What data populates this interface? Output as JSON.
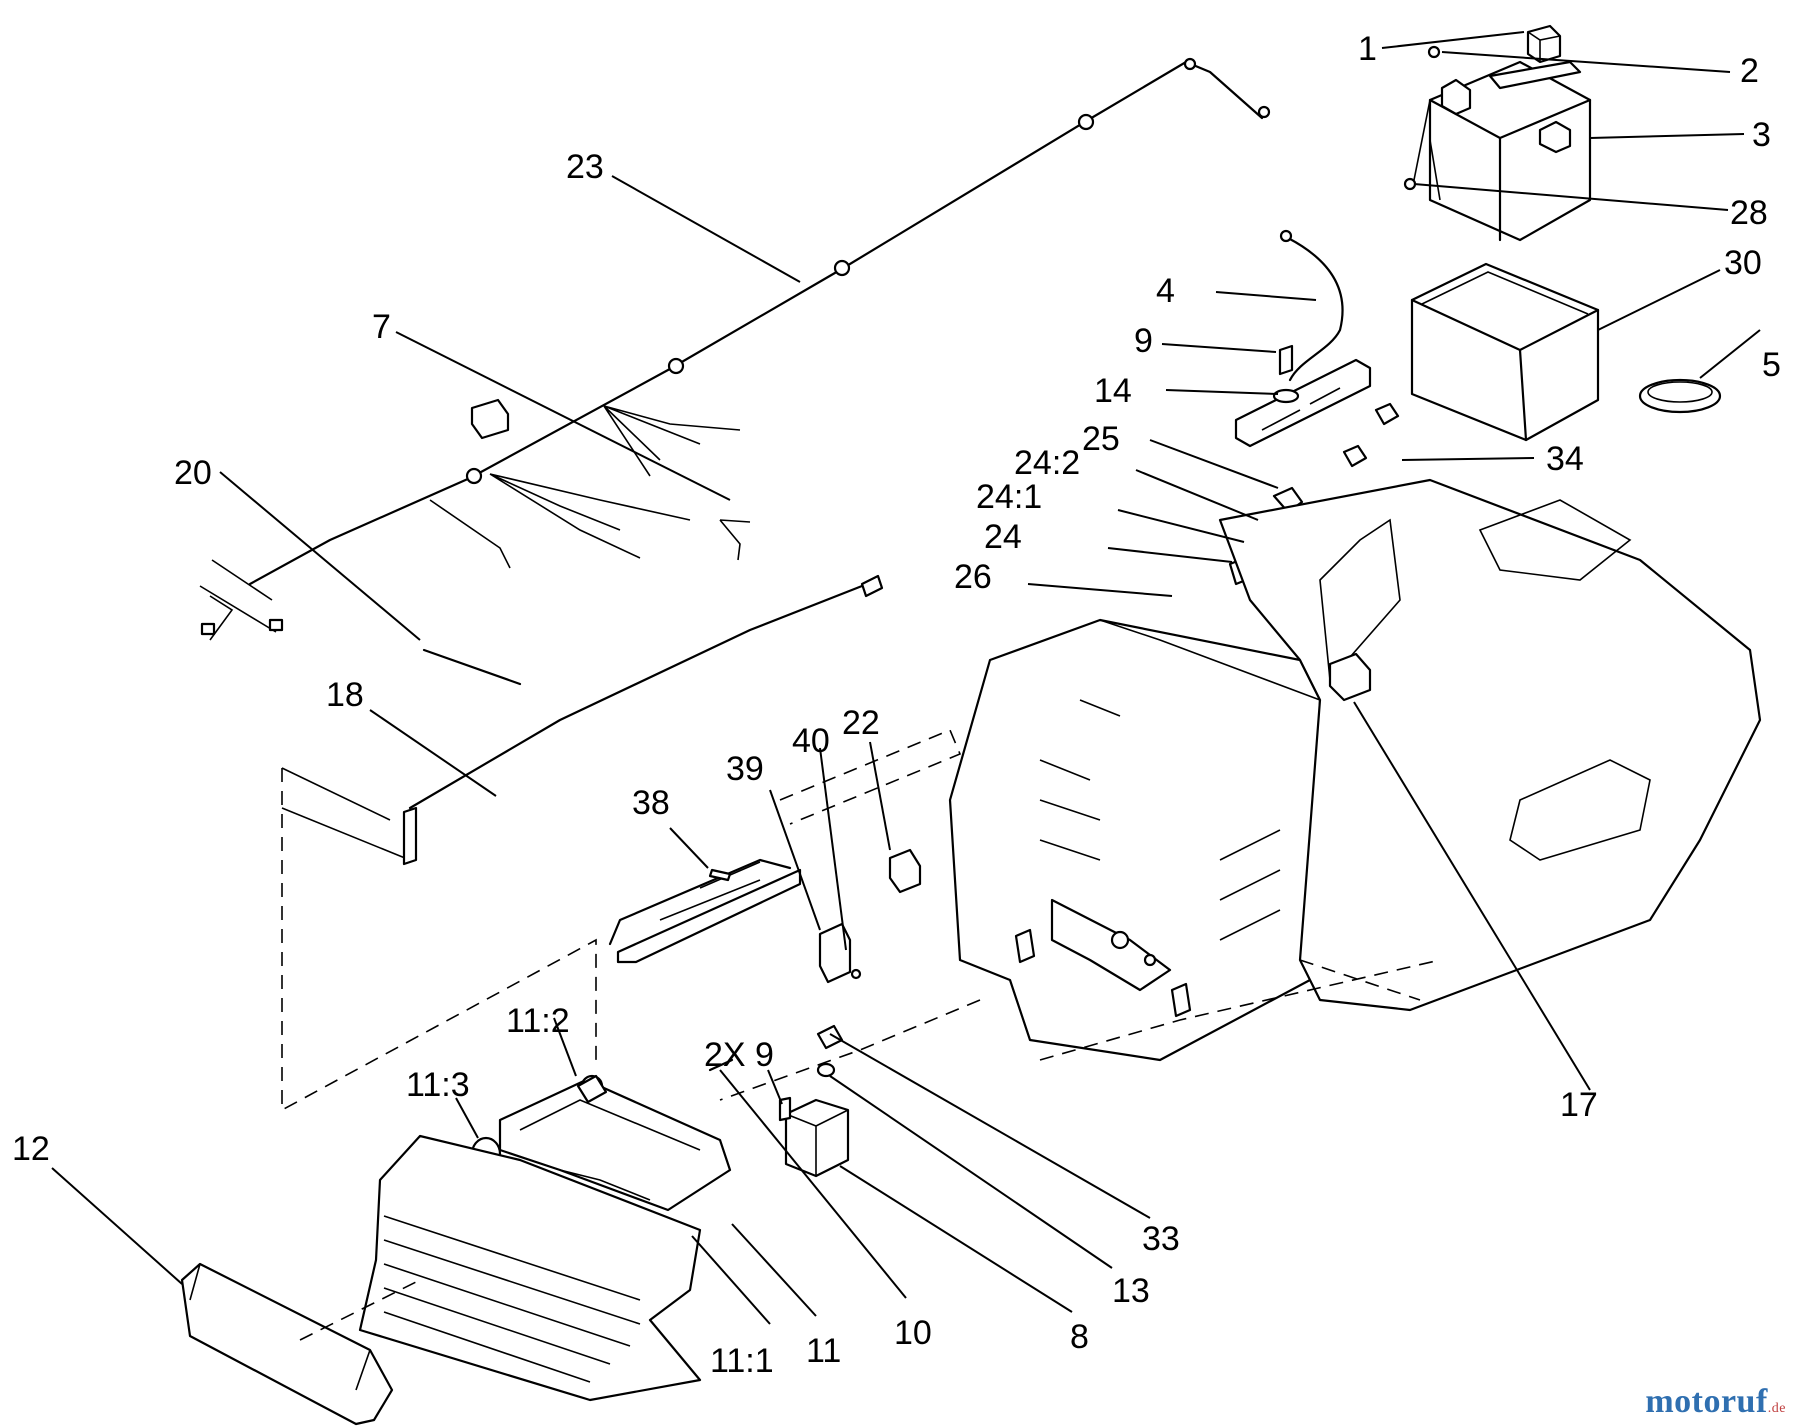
{
  "callouts": [
    {
      "id": "c1",
      "text": "1"
    },
    {
      "id": "c2",
      "text": "2"
    },
    {
      "id": "c3",
      "text": "3"
    },
    {
      "id": "c28",
      "text": "28"
    },
    {
      "id": "c30",
      "text": "30"
    },
    {
      "id": "c5",
      "text": "5"
    },
    {
      "id": "c34",
      "text": "34"
    },
    {
      "id": "c4",
      "text": "4"
    },
    {
      "id": "c9",
      "text": "9"
    },
    {
      "id": "c14",
      "text": "14"
    },
    {
      "id": "c25",
      "text": "25"
    },
    {
      "id": "c24-2",
      "text": "24:2"
    },
    {
      "id": "c24-1",
      "text": "24:1"
    },
    {
      "id": "c24",
      "text": "24"
    },
    {
      "id": "c26",
      "text": "26"
    },
    {
      "id": "c23",
      "text": "23"
    },
    {
      "id": "c7",
      "text": "7"
    },
    {
      "id": "c20",
      "text": "20"
    },
    {
      "id": "c18",
      "text": "18"
    },
    {
      "id": "c38",
      "text": "38"
    },
    {
      "id": "c39",
      "text": "39"
    },
    {
      "id": "c40",
      "text": "40"
    },
    {
      "id": "c22",
      "text": "22"
    },
    {
      "id": "c17",
      "text": "17"
    },
    {
      "id": "c11-2",
      "text": "11:2"
    },
    {
      "id": "c11-3",
      "text": "11:3"
    },
    {
      "id": "c2x9",
      "text": "2X 9"
    },
    {
      "id": "c12",
      "text": "12"
    },
    {
      "id": "c33",
      "text": "33"
    },
    {
      "id": "c13",
      "text": "13"
    },
    {
      "id": "c8",
      "text": "8"
    },
    {
      "id": "c10",
      "text": "10"
    },
    {
      "id": "c11",
      "text": "11"
    },
    {
      "id": "c11-1",
      "text": "11:1"
    }
  ],
  "watermark": {
    "brand": "motoruf",
    "suffix": ".de"
  }
}
